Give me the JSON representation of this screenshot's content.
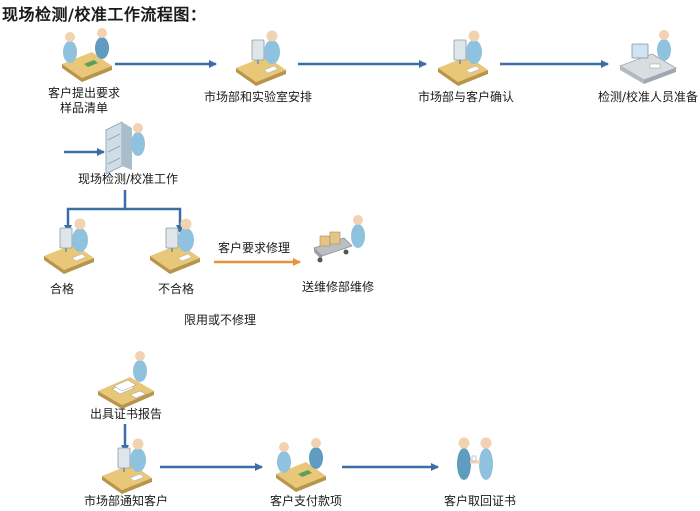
{
  "title": "现场检测/校准工作流程图：",
  "colors": {
    "arrow": "#3a6ea5",
    "arrow_repair": "#e8923a",
    "desk": "#e8c878",
    "desk_edge": "#b8954a",
    "person": "#8fc2de",
    "person_dark": "#5f9cc0",
    "skin": "#f2d2b0",
    "paper": "#ffffff",
    "monitor": "#dfe6ea",
    "cart": "#b9bfc4",
    "box": "#e2c58a",
    "cabinet": "#cfdde6"
  },
  "steps": {
    "customer_request": {
      "line1": "客户提出要求",
      "line2": "样品清单",
      "icon": "two-people-desk-icon"
    },
    "market_arrange": {
      "label": "市场部和实验室安排",
      "icon": "desk-worker-icon"
    },
    "market_confirm": {
      "label": "市场部与客户确认",
      "icon": "desk-worker-icon"
    },
    "staff_prepare": {
      "label": "检测/校准人员准备",
      "icon": "workstation-icon"
    },
    "onsite_work": {
      "label": "现场检测/校准工作",
      "icon": "cabinet-worker-icon"
    },
    "pass": {
      "label": "合格",
      "icon": "desk-worker-icon"
    },
    "fail": {
      "label": "不合格",
      "icon": "desk-worker-icon"
    },
    "repair": {
      "label": "送维修部维修",
      "icon": "cart-worker-icon"
    },
    "issue_report": {
      "label": "出具证书报告",
      "icon": "papers-desk-icon"
    },
    "notify_customer": {
      "label": "市场部通知客户",
      "icon": "desk-worker-icon"
    },
    "payment": {
      "label": "客户支付款项",
      "icon": "two-people-desk-icon"
    },
    "collect_cert": {
      "label": "客户取回证书",
      "icon": "handshake-icon"
    }
  },
  "edge_labels": {
    "repair_request": "客户要求修理",
    "limited_use": "限用或不修理"
  }
}
